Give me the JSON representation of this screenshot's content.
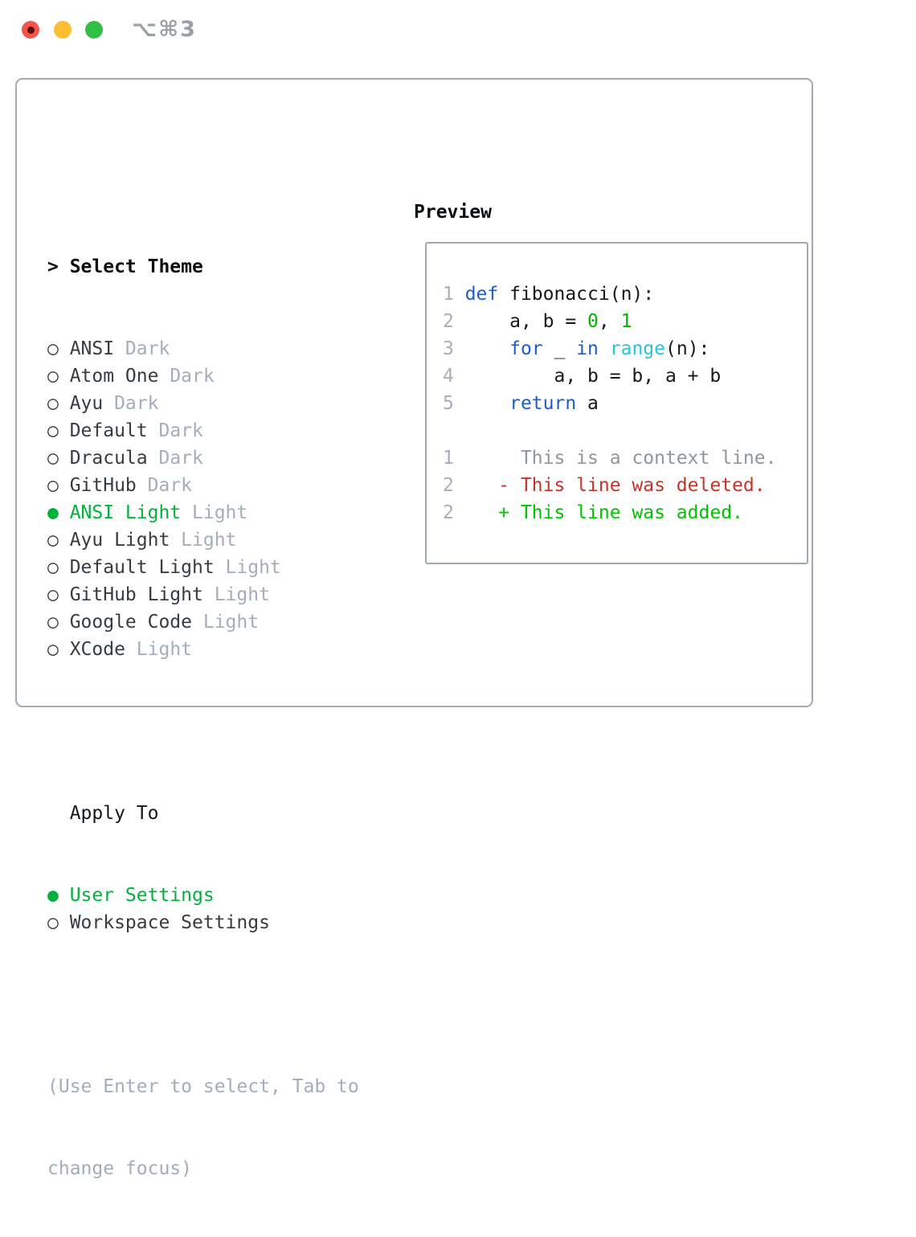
{
  "window": {
    "title": "⌥⌘3",
    "traffic_lights": [
      {
        "name": "close",
        "color": "#f4544c",
        "dot_color": "#5c100b"
      },
      {
        "name": "minimize",
        "color": "#fcbd30"
      },
      {
        "name": "zoom",
        "color": "#31c045"
      }
    ]
  },
  "colors": {
    "accent_green": "#00b23c",
    "border_gray": "#a2aab4",
    "muted_gray": "#a4adb9",
    "keyword_blue": "#1f5ccb",
    "function_cyan": "#28c3dc",
    "literal_green": "#00b400",
    "deleted_red": "#c83228",
    "added_green": "#00c400",
    "context_gray": "#8f969e",
    "line_number_gray": "#a6aeba"
  },
  "markers": {
    "focus_prefix": ">",
    "radio_unselected": "○",
    "radio_selected": "●"
  },
  "theme_panel": {
    "header": "Select Theme",
    "items": [
      {
        "label": "ANSI",
        "badge": "Dark",
        "selected": false
      },
      {
        "label": "Atom One",
        "badge": "Dark",
        "selected": false
      },
      {
        "label": "Ayu",
        "badge": "Dark",
        "selected": false
      },
      {
        "label": "Default",
        "badge": "Dark",
        "selected": false
      },
      {
        "label": "Dracula",
        "badge": "Dark",
        "selected": false
      },
      {
        "label": "GitHub",
        "badge": "Dark",
        "selected": false
      },
      {
        "label": "ANSI Light",
        "badge": "Light",
        "selected": true
      },
      {
        "label": "Ayu Light",
        "badge": "Light",
        "selected": false
      },
      {
        "label": "Default Light",
        "badge": "Light",
        "selected": false
      },
      {
        "label": "GitHub Light",
        "badge": "Light",
        "selected": false
      },
      {
        "label": "Google Code",
        "badge": "Light",
        "selected": false
      },
      {
        "label": "XCode",
        "badge": "Light",
        "selected": false
      }
    ],
    "apply_to": {
      "header": "Apply To",
      "options": [
        {
          "label": "User Settings",
          "selected": true
        },
        {
          "label": "Workspace Settings",
          "selected": false
        }
      ]
    },
    "hint_lines": [
      "(Use Enter to select, Tab to",
      "change focus)"
    ]
  },
  "preview": {
    "header": "Preview",
    "lines": [
      {
        "name": "code-line-1",
        "segs": [
          {
            "t": "1 ",
            "c": "ln"
          },
          {
            "t": "def",
            "c": "kw"
          },
          {
            "t": " fibonacci(n):",
            "c": "fg"
          }
        ]
      },
      {
        "name": "code-line-2",
        "segs": [
          {
            "t": "2 ",
            "c": "ln"
          },
          {
            "t": "    a, b = ",
            "c": "fg"
          },
          {
            "t": "0",
            "c": "lit"
          },
          {
            "t": ", ",
            "c": "fg"
          },
          {
            "t": "1",
            "c": "lit"
          }
        ]
      },
      {
        "name": "code-line-3",
        "segs": [
          {
            "t": "3 ",
            "c": "ln"
          },
          {
            "t": "    ",
            "c": "fg"
          },
          {
            "t": "for",
            "c": "kw"
          },
          {
            "t": " _ ",
            "c": "fg"
          },
          {
            "t": "in",
            "c": "kw"
          },
          {
            "t": " ",
            "c": "fg"
          },
          {
            "t": "range",
            "c": "fn"
          },
          {
            "t": "(n):",
            "c": "fg"
          }
        ]
      },
      {
        "name": "code-line-4",
        "segs": [
          {
            "t": "4 ",
            "c": "ln"
          },
          {
            "t": "        a, b = b, a + b",
            "c": "fg"
          }
        ]
      },
      {
        "name": "code-line-5",
        "segs": [
          {
            "t": "5 ",
            "c": "ln"
          },
          {
            "t": "    ",
            "c": "fg"
          },
          {
            "t": "return",
            "c": "kw"
          },
          {
            "t": " a",
            "c": "fg"
          }
        ]
      },
      {
        "name": "blank-line",
        "segs": []
      },
      {
        "name": "diff-context-line",
        "segs": [
          {
            "t": "1",
            "c": "ln"
          },
          {
            "t": "      This is a context line.",
            "c": "ctx"
          }
        ]
      },
      {
        "name": "diff-deleted-line",
        "segs": [
          {
            "t": "2",
            "c": "ln"
          },
          {
            "t": "    - This line was deleted.",
            "c": "del"
          }
        ]
      },
      {
        "name": "diff-added-line",
        "segs": [
          {
            "t": "2",
            "c": "ln"
          },
          {
            "t": "    + This line was added.",
            "c": "add"
          }
        ]
      }
    ]
  }
}
